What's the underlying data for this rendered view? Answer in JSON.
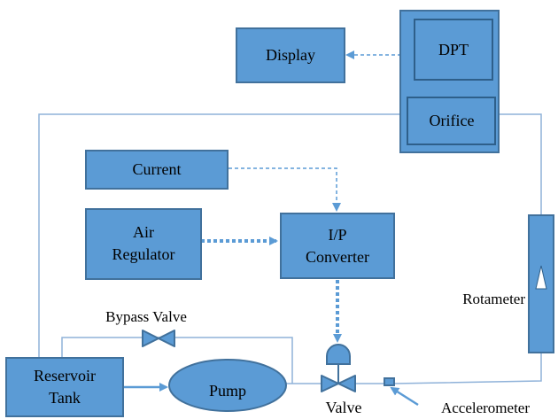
{
  "components": {
    "display": "Display",
    "dpt": "DPT",
    "orifice": "Orifice",
    "current": "Current",
    "air_regulator_line1": "Air",
    "air_regulator_line2": "Regulator",
    "ip_converter_line1": "I/P",
    "ip_converter_line2": "Converter",
    "rotameter": "Rotameter",
    "bypass_valve": "Bypass Valve",
    "reservoir_line1": "Reservoir",
    "reservoir_line2": "Tank",
    "pump": "Pump",
    "valve": "Valve",
    "accelerometer": "Accelerometer"
  },
  "colors": {
    "block_fill": "#5b9bd5",
    "block_stroke": "#41719c",
    "pipe": "#8fb2d9"
  }
}
